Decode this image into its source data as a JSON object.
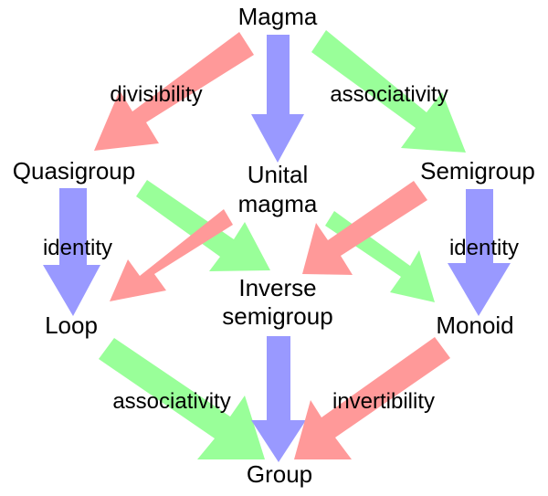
{
  "colors": {
    "red": "#ff9999",
    "blue": "#9999ff",
    "green": "#99ff99",
    "text": "#000000",
    "background": "#ffffff"
  },
  "nodes": {
    "magma": "Magma",
    "quasigroup": "Quasigroup",
    "unital_magma": [
      "Unital",
      "magma"
    ],
    "semigroup": "Semigroup",
    "loop": "Loop",
    "inverse_semigroup": [
      "Inverse",
      "semigroup"
    ],
    "monoid": "Monoid",
    "group": "Group"
  },
  "edge_labels": {
    "divisibility": "divisibility",
    "associativity_top": "associativity",
    "identity_left": "identity",
    "identity_right": "identity",
    "associativity_bottom": "associativity",
    "invertibility": "invertibility"
  },
  "edges": [
    {
      "from": "Magma",
      "to": "Quasigroup",
      "color": "red",
      "label": "divisibility"
    },
    {
      "from": "Magma",
      "to": "Unital magma",
      "color": "blue"
    },
    {
      "from": "Magma",
      "to": "Semigroup",
      "color": "green",
      "label": "associativity"
    },
    {
      "from": "Quasigroup",
      "to": "Loop",
      "color": "blue",
      "label": "identity"
    },
    {
      "from": "Quasigroup",
      "to": "Inverse semigroup",
      "color": "green"
    },
    {
      "from": "Unital magma",
      "to": "Loop",
      "color": "red"
    },
    {
      "from": "Unital magma",
      "to": "Monoid",
      "color": "green"
    },
    {
      "from": "Semigroup",
      "to": "Inverse semigroup",
      "color": "red"
    },
    {
      "from": "Semigroup",
      "to": "Monoid",
      "color": "blue",
      "label": "identity"
    },
    {
      "from": "Loop",
      "to": "Group",
      "color": "green",
      "label": "associativity"
    },
    {
      "from": "Inverse semigroup",
      "to": "Group",
      "color": "blue"
    },
    {
      "from": "Monoid",
      "to": "Group",
      "color": "red",
      "label": "invertibility"
    }
  ]
}
